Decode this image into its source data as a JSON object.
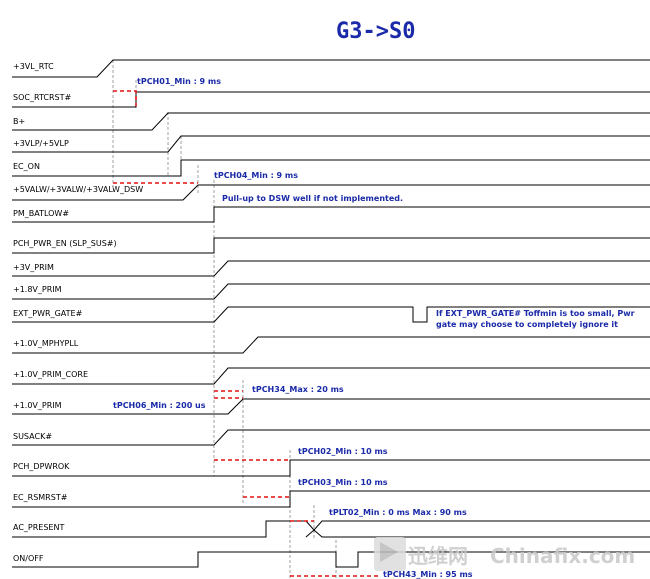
{
  "title": "G3->S0",
  "signals": [
    {
      "id": "rtc",
      "label": "+3VL_RTC"
    },
    {
      "id": "rtcrst",
      "label": "SOC_RTCRST#"
    },
    {
      "id": "bplus",
      "label": "B+"
    },
    {
      "id": "vlp",
      "label": "+3VLP/+5VLP"
    },
    {
      "id": "econ",
      "label": "EC_ON"
    },
    {
      "id": "valw",
      "label": "+5VALW/+3VALW/+3VALW_DSW"
    },
    {
      "id": "batlow",
      "label": "PM_BATLOW#"
    },
    {
      "id": "pchpwren",
      "label": "PCH_PWR_EN (SLP_SUS#)"
    },
    {
      "id": "v3prim",
      "label": "+3V_PRIM"
    },
    {
      "id": "v18prim",
      "label": "+1.8V_PRIM"
    },
    {
      "id": "extpwr",
      "label": "EXT_PWR_GATE#"
    },
    {
      "id": "mphypll",
      "label": "+1.0V_MPHYPLL"
    },
    {
      "id": "primcore",
      "label": "+1.0V_PRIM_CORE"
    },
    {
      "id": "v10prim",
      "label": "+1.0V_PRIM"
    },
    {
      "id": "susack",
      "label": "SUSACK#"
    },
    {
      "id": "dpwrok",
      "label": "PCH_DPWROK"
    },
    {
      "id": "rsmrst",
      "label": "EC_RSMRST#"
    },
    {
      "id": "acpresent",
      "label": "AC_PRESENT"
    },
    {
      "id": "onoff",
      "label": "ON/OFF"
    }
  ],
  "annotations": {
    "tpch01": "tPCH01_Min : 9 ms",
    "tpch04": "tPCH04_Min : 9 ms",
    "pullup": "Pull-up to DSW well if not implemented.",
    "extgate_line1": "If EXT_PWR_GATE# Toffmin is too small, Pwr",
    "extgate_line2": "gate may choose to completely ignore it",
    "tpch34": "tPCH34_Max : 20 ms",
    "tpch06": "tPCH06_Min : 200 us",
    "tpch02": "tPCH02_Min : 10 ms",
    "tpch03": "tPCH03_Min : 10 ms",
    "tplt02": "tPLT02_Min : 0 ms Max : 90 ms",
    "tpch43": "tPCH43_Min : 95 ms"
  },
  "watermark": {
    "cn": "迅维网",
    "en": "Chinafix.com"
  },
  "colors": {
    "annotation": "#1a2aa8",
    "timing": "#e01010",
    "wave": "#000000"
  }
}
